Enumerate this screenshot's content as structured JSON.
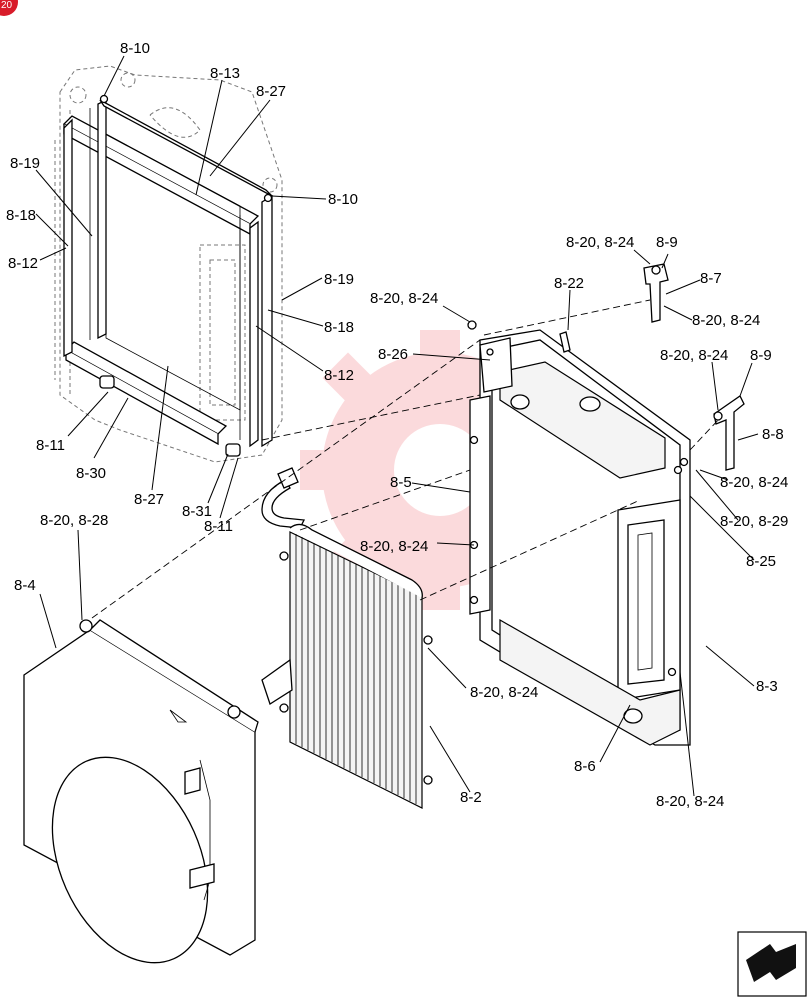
{
  "labels": [
    {
      "id": "l-8-10-top",
      "text": "8-10"
    },
    {
      "id": "l-8-13",
      "text": "8-13"
    },
    {
      "id": "l-8-27-top",
      "text": "8-27"
    },
    {
      "id": "l-8-19-left",
      "text": "8-19"
    },
    {
      "id": "l-8-18-left",
      "text": "8-18"
    },
    {
      "id": "l-8-12-left",
      "text": "8-12"
    },
    {
      "id": "l-8-10-right",
      "text": "8-10"
    },
    {
      "id": "l-8-19-right",
      "text": "8-19"
    },
    {
      "id": "l-8-18-right",
      "text": "8-18"
    },
    {
      "id": "l-8-12-right",
      "text": "8-12"
    },
    {
      "id": "l-8-11-left",
      "text": "8-11"
    },
    {
      "id": "l-8-30",
      "text": "8-30"
    },
    {
      "id": "l-8-27-bottom",
      "text": "8-27"
    },
    {
      "id": "l-8-31",
      "text": "8-31"
    },
    {
      "id": "l-8-11-bottom",
      "text": "8-11"
    },
    {
      "id": "l-8-20-8-28",
      "text": "8-20, 8-28"
    },
    {
      "id": "l-8-4",
      "text": "8-4"
    },
    {
      "id": "l-8-5",
      "text": "8-5"
    },
    {
      "id": "l-8-20-8-24-a",
      "text": "8-20, 8-24"
    },
    {
      "id": "l-8-26",
      "text": "8-26"
    },
    {
      "id": "l-8-22",
      "text": "8-22"
    },
    {
      "id": "l-8-20-8-24-b",
      "text": "8-20, 8-24"
    },
    {
      "id": "l-8-9-top",
      "text": "8-9"
    },
    {
      "id": "l-8-7",
      "text": "8-7"
    },
    {
      "id": "l-8-20-8-24-c",
      "text": "8-20, 8-24"
    },
    {
      "id": "l-8-20-8-24-d",
      "text": "8-20, 8-24"
    },
    {
      "id": "l-8-9-mid",
      "text": "8-9"
    },
    {
      "id": "l-8-8",
      "text": "8-8"
    },
    {
      "id": "l-8-20-8-24-e",
      "text": "8-20, 8-24"
    },
    {
      "id": "l-8-20-8-29",
      "text": "8-20, 8-29"
    },
    {
      "id": "l-8-25",
      "text": "8-25"
    },
    {
      "id": "l-8-20-8-24-f",
      "text": "8-20, 8-24"
    },
    {
      "id": "l-8-20-8-24-g",
      "text": "8-20, 8-24"
    },
    {
      "id": "l-8-3",
      "text": "8-3"
    },
    {
      "id": "l-8-6",
      "text": "8-6"
    },
    {
      "id": "l-8-2",
      "text": "8-2"
    },
    {
      "id": "l-8-20-8-24-h",
      "text": "8-20, 8-24"
    }
  ],
  "corner_badge": "20",
  "watermark_color": "#e8202a",
  "nav_icon": "arrow-icon"
}
